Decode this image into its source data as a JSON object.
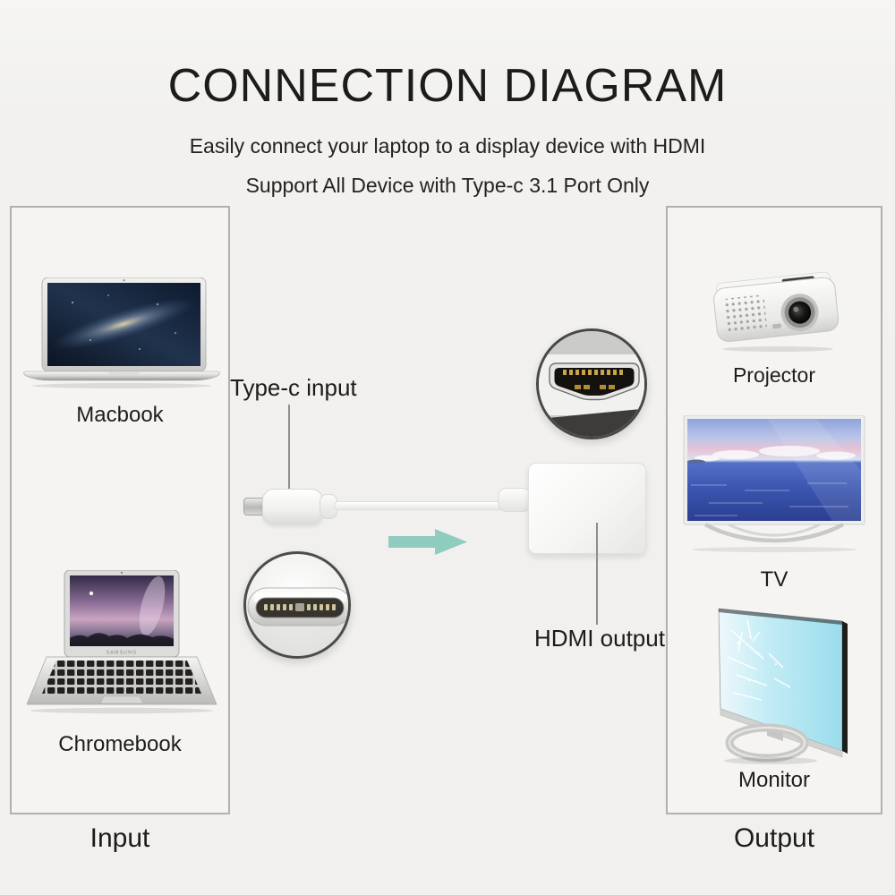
{
  "header": {
    "title": "CONNECTION DIAGRAM",
    "subtitle_line1": "Easily connect your laptop to a display device with HDMI",
    "subtitle_line2": "Support All Device with Type-c 3.1 Port Only"
  },
  "input_panel": {
    "label": "Input",
    "devices": [
      {
        "name": "Macbook"
      },
      {
        "name": "Chromebook",
        "brand": "SAMSUNG"
      }
    ]
  },
  "output_panel": {
    "label": "Output",
    "devices": [
      {
        "name": "Projector"
      },
      {
        "name": "TV"
      },
      {
        "name": "Monitor"
      }
    ]
  },
  "adapter": {
    "input_label": "Type-c input",
    "output_label": "HDMI output"
  },
  "colors": {
    "arrow": "#8fcbbf",
    "background": "#f1f0ee",
    "panel_border": "#b3b1ae",
    "text": "#1d1d1b",
    "leader_line": "#8e8e8c"
  }
}
